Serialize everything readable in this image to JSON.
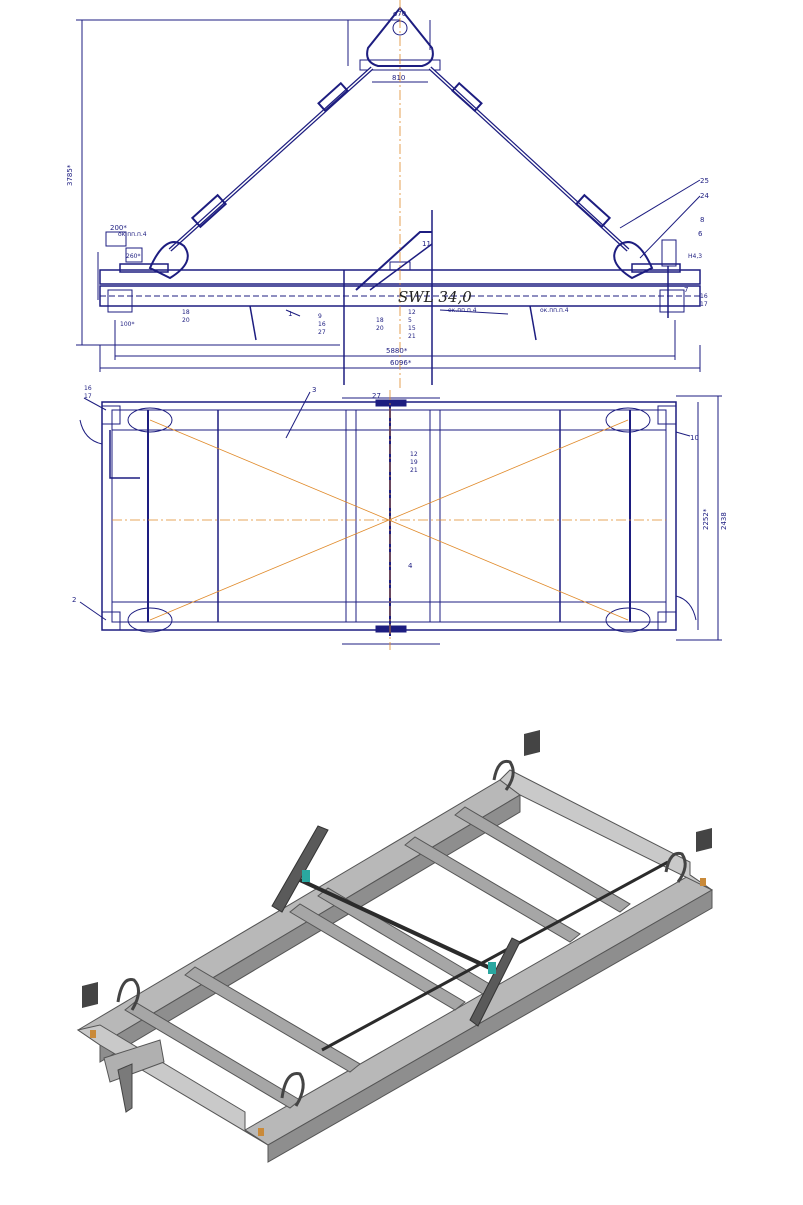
{
  "drawing": {
    "swl_label": "SWL 34,0",
    "dimensions": {
      "shackle_dia": "ø70",
      "top_gap": "810",
      "overall_height": "3785*",
      "left_step": "200*",
      "left_small": "260*",
      "left_bottom": "100*",
      "inner_length": "5880*",
      "overall_length": "6096*",
      "width_inner": "2252*",
      "width_outer": "2438",
      "weld_note": "ок.пп.п.4",
      "side_value": "Н4,3"
    },
    "callouts": {
      "c1": "1",
      "c2": "2",
      "c3": "3",
      "c4": "4",
      "c7": "7",
      "c8": "8",
      "c10": "10",
      "c11": "11",
      "c27": "27",
      "stack_a_1": "18",
      "stack_a_2": "20",
      "stack_b_1": "16",
      "stack_b_2": "17",
      "stack_c_1": "12",
      "stack_c_2": "5",
      "stack_c_3": "15",
      "stack_c_4": "21",
      "stack_d_1": "18",
      "stack_d_2": "20",
      "stack_e_1": "9",
      "stack_e_2": "16",
      "stack_e_3": "27",
      "stack_f_1": "16",
      "stack_f_2": "17",
      "stack_g_1": "12",
      "stack_g_2": "19",
      "stack_g_3": "21",
      "c25": "25",
      "c24": "24",
      "c6": "6"
    },
    "colors": {
      "line": "#1d1d80",
      "centerline": "#e08a2a",
      "frame_light": "#c9c9c9",
      "frame_mid": "#a6a6a6",
      "frame_dark": "#6e6e6e",
      "accent_teal": "#2aa7a0",
      "accent_orange": "#c98a3a"
    }
  }
}
